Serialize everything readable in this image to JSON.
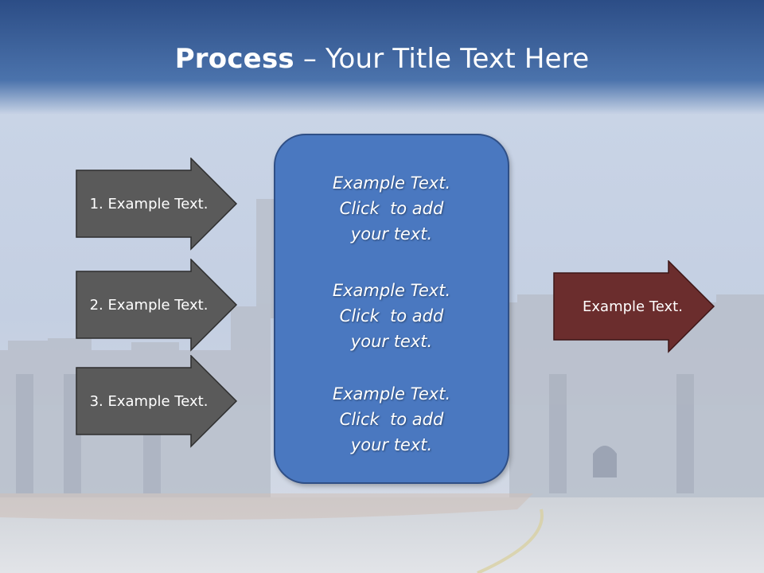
{
  "slide": {
    "title_bold": "Process",
    "title_rest": " – Your Title Text Here"
  },
  "left_arrows": [
    {
      "label": "1. Example Text."
    },
    {
      "label": "2. Example Text."
    },
    {
      "label": "3. Example Text."
    }
  ],
  "center_box": {
    "paragraphs": [
      {
        "line1": "Example Text.",
        "line2": "Click  to add",
        "line3": "your text."
      },
      {
        "line1": "Example Text.",
        "line2": "Click  to add",
        "line3": "your text."
      },
      {
        "line1": "Example Text.",
        "line2": "Click  to add",
        "line3": "your text."
      }
    ]
  },
  "right_arrow": {
    "label": "Example Text."
  },
  "colors": {
    "header_blue": "#2e5a99",
    "gray_arrow": "#5a5a5a",
    "center_blue": "#4a78c0",
    "maroon_arrow": "#6b2d2d"
  }
}
